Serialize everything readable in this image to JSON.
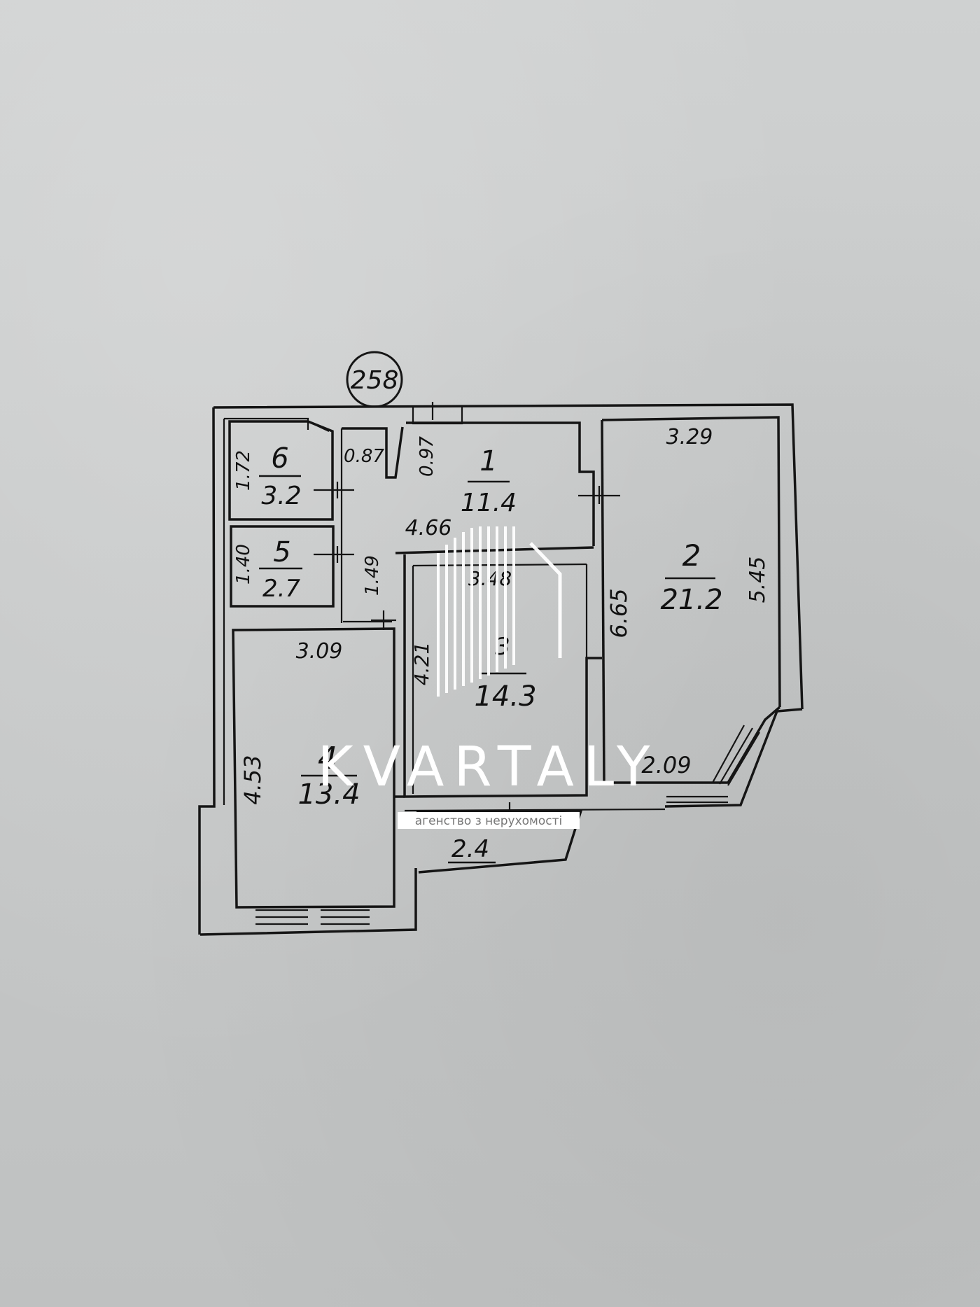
{
  "plan": {
    "flat_number": "258",
    "rooms": [
      {
        "id": "1",
        "area": "11.4"
      },
      {
        "id": "2",
        "area": "21.2"
      },
      {
        "id": "3",
        "area": "14.3"
      },
      {
        "id": "4",
        "area": "13.4"
      },
      {
        "id": "5",
        "area": "2.7"
      },
      {
        "id": "6",
        "area": "3.2"
      }
    ],
    "balcony_area": "2.4",
    "dimensions": {
      "room6_width": "1.72",
      "room5_width": "1.40",
      "closet_width": "0.87",
      "niche_depth": "0.97",
      "hall_length": "4.66",
      "passage_width": "1.49",
      "room3_width": "3.48",
      "room3_length": "4.21",
      "room4_width": "3.09",
      "room4_length": "4.53",
      "room2_width": "3.29",
      "room2_length_left": "6.65",
      "room2_length_right": "5.45",
      "room2_bottom": "2.09"
    }
  },
  "watermark": {
    "brand": "KVARTALY",
    "tagline": "агенство з нерухомості"
  }
}
